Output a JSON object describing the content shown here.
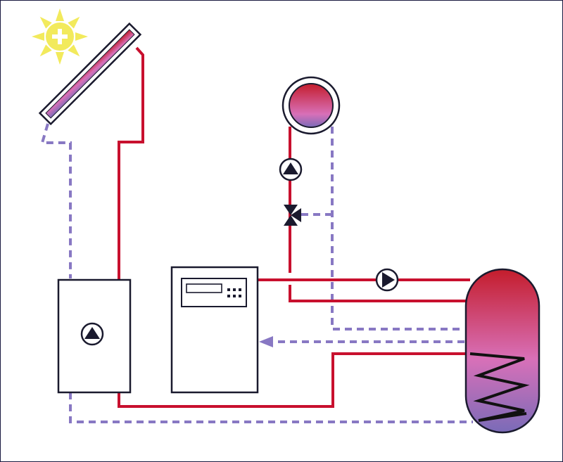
{
  "diagram": {
    "type": "solar-thermal-heating-schematic",
    "colors": {
      "background": "#ffffff",
      "frame": "#1a1a40",
      "outline": "#1a1a2e",
      "hot_line": "#c8102e",
      "return_line": "#8878c3",
      "sun": "#f2ea5c",
      "tank_top": "#c41d2c",
      "tank_mid": "#d870b8",
      "tank_bottom": "#7a6bb8",
      "coil": "#111111"
    },
    "components": [
      {
        "id": "sun",
        "icon": "sun-icon"
      },
      {
        "id": "solar-collector",
        "icon": "solar-panel-icon"
      },
      {
        "id": "solar-pump-station",
        "icon": "pump-icon"
      },
      {
        "id": "boiler-controller",
        "icon": "display-panel-icon"
      },
      {
        "id": "radiator",
        "icon": "radiator-icon"
      },
      {
        "id": "circulation-pump-upper",
        "icon": "pump-icon"
      },
      {
        "id": "three-way-valve",
        "icon": "valve-icon"
      },
      {
        "id": "circulation-pump-tank",
        "icon": "pump-icon"
      },
      {
        "id": "storage-tank",
        "icon": "tank-icon"
      },
      {
        "id": "heat-exchanger-coil",
        "icon": "coil-icon"
      }
    ]
  }
}
